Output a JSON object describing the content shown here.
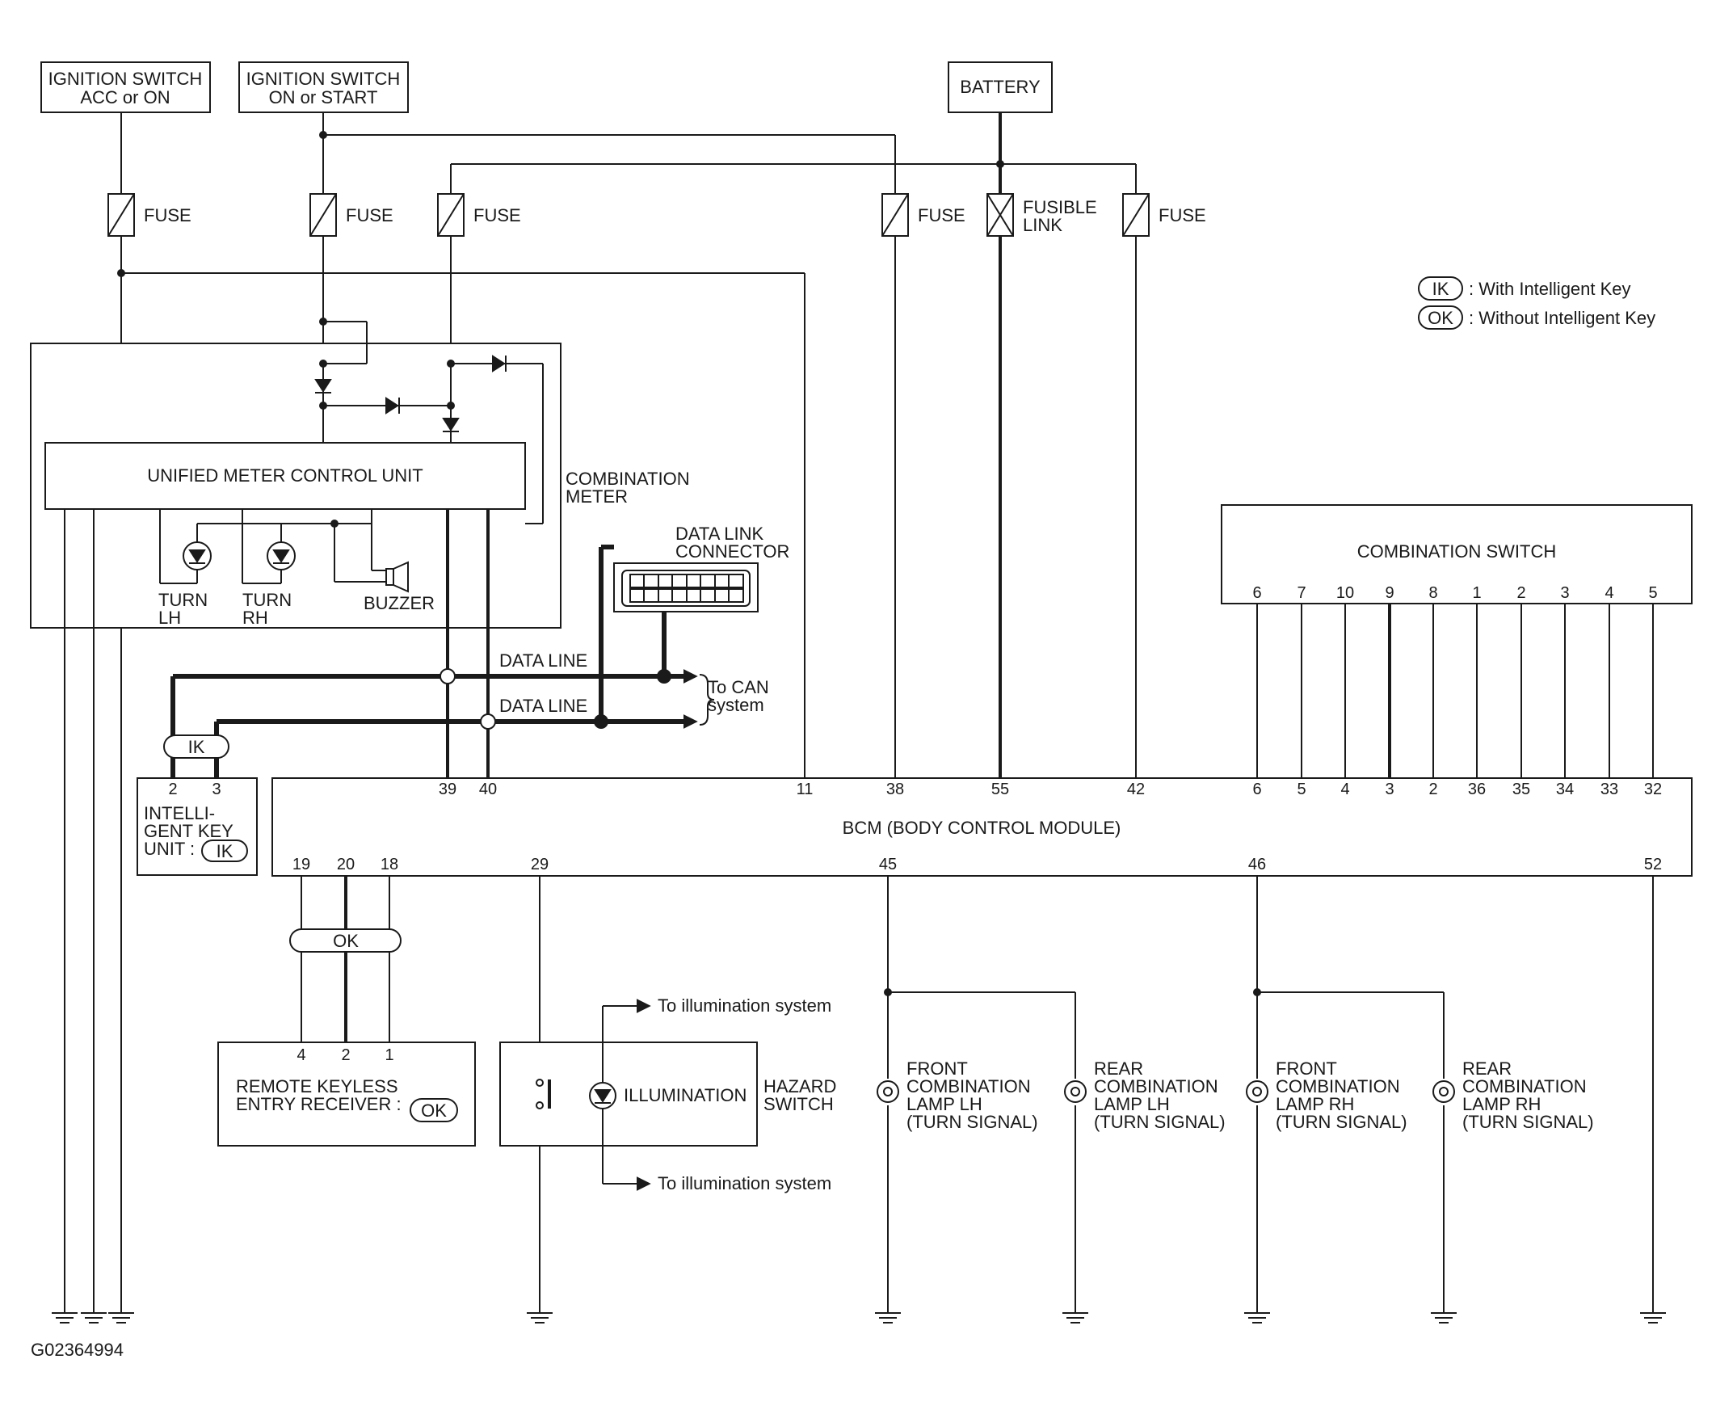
{
  "supplies": {
    "ign_acc": [
      "IGNITION SWITCH",
      "ACC or ON"
    ],
    "ign_on": [
      "IGNITION SWITCH",
      "ON or START"
    ],
    "battery": "BATTERY"
  },
  "fuse_label": "FUSE",
  "fusible_link": [
    "FUSIBLE",
    "LINK"
  ],
  "legend": {
    "ik_tag": "IK",
    "ik_text": ": With Intelligent Key",
    "ok_tag": "OK",
    "ok_text": ": Without Intelligent Key"
  },
  "combination_meter": {
    "name": [
      "COMBINATION",
      "METER"
    ],
    "control_unit": "UNIFIED METER CONTROL UNIT",
    "turn_lh": [
      "TURN",
      "LH"
    ],
    "turn_rh": [
      "TURN",
      "RH"
    ],
    "buzzer": "BUZZER"
  },
  "data_link_connector": [
    "DATA LINK",
    "CONNECTOR"
  ],
  "data_line_1": "DATA LINE",
  "data_line_2": "DATA LINE",
  "to_can": [
    "To CAN",
    "system"
  ],
  "intelligent_key_unit": {
    "label": [
      "INTELLI-",
      "GENT KEY",
      "UNIT :"
    ],
    "tag": "IK",
    "pins": [
      "2",
      "3"
    ],
    "harness_tag": "IK"
  },
  "combination_switch": {
    "title": "COMBINATION SWITCH",
    "pins": [
      "6",
      "7",
      "10",
      "9",
      "8",
      "1",
      "2",
      "3",
      "4",
      "5"
    ]
  },
  "bcm": {
    "title": "BCM (BODY CONTROL MODULE)",
    "top_pins": [
      "39",
      "40",
      "11",
      "38",
      "55",
      "42",
      "6",
      "5",
      "4",
      "3",
      "2",
      "36",
      "35",
      "34",
      "33",
      "32"
    ],
    "bottom_pins": [
      "19",
      "20",
      "18",
      "29",
      "45",
      "46",
      "52"
    ]
  },
  "ok_harness_tag": "OK",
  "remote_keyless": {
    "label": [
      "REMOTE KEYLESS",
      "ENTRY RECEIVER :"
    ],
    "tag": "OK",
    "pins": [
      "4",
      "2",
      "1"
    ]
  },
  "hazard_switch": {
    "illumination": "ILLUMINATION",
    "name": [
      "HAZARD",
      "SWITCH"
    ],
    "to_illumination_top": "To illumination system",
    "to_illumination_bottom": "To illumination system"
  },
  "lamps": {
    "front_lh": [
      "FRONT",
      "COMBINATION",
      "LAMP LH",
      "(TURN SIGNAL)"
    ],
    "rear_lh": [
      "REAR",
      "COMBINATION",
      "LAMP LH",
      "(TURN SIGNAL)"
    ],
    "front_rh": [
      "FRONT",
      "COMBINATION",
      "LAMP RH",
      "(TURN SIGNAL)"
    ],
    "rear_rh": [
      "REAR",
      "COMBINATION",
      "LAMP RH",
      "(TURN SIGNAL)"
    ]
  },
  "figure_id": "G02364994"
}
